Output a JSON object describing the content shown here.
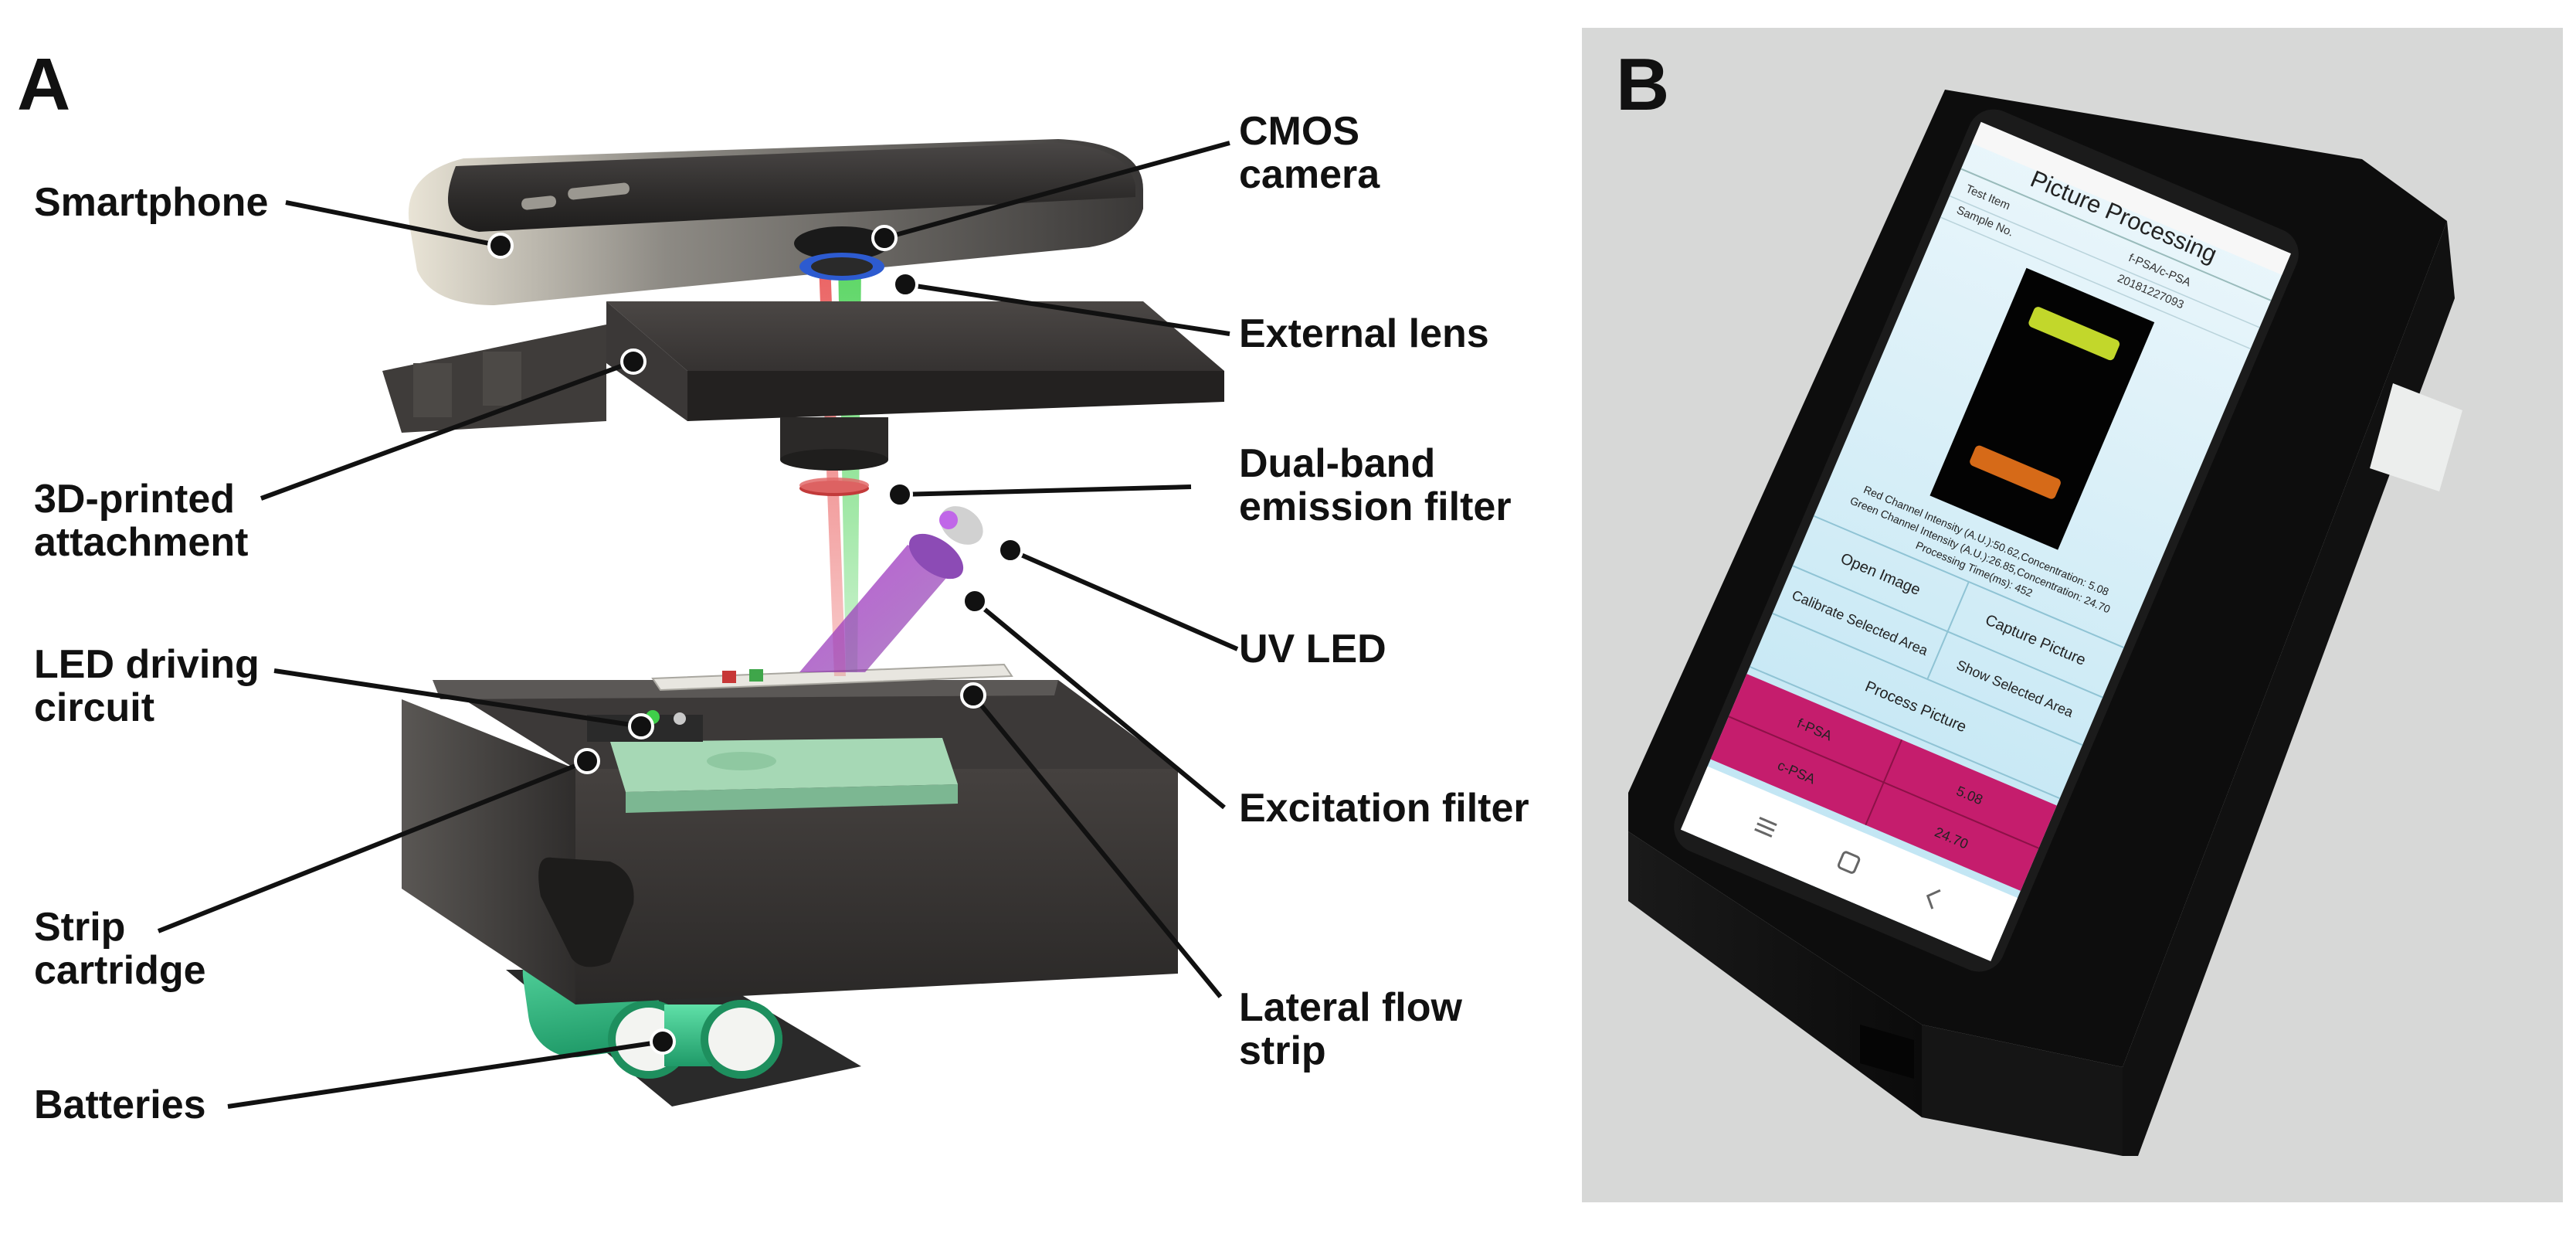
{
  "panel_a": {
    "letter": "A",
    "labels": {
      "smartphone": "Smartphone",
      "cmos_camera": "CMOS\ncamera",
      "external_lens": "External lens",
      "attachment": "3D-printed\nattachment",
      "dual_band_filter": "Dual-band\nemission filter",
      "uv_led": "UV LED",
      "led_driving_circuit": "LED driving\ncircuit",
      "excitation_filter": "Excitation filter",
      "strip_cartridge": "Strip\ncartridge",
      "lateral_flow_strip": "Lateral flow\nstrip",
      "batteries": "Batteries"
    }
  },
  "panel_b": {
    "letter": "B",
    "app": {
      "title": "Picture Processing",
      "test_item_label": "Test Item",
      "test_item_value": "f-PSA/c-PSA",
      "sample_no_label": "Sample No.",
      "sample_no_value": "20181227093",
      "result_line_1": "Red Channel Intensity (A.U.):50.62,Concentration: 5.08",
      "result_line_2": "Green Channel Intensity (A.U.):26.85,Concentration: 24.70",
      "result_line_3": "Processing Time(ms): 452",
      "btn_open_image": "Open Image",
      "btn_capture_picture": "Capture Picture",
      "btn_calibrate": "Calibrate Selected Area",
      "btn_show_area": "Show Selected Area",
      "btn_process": "Process Picture",
      "table_rows": [
        {
          "name": "f-PSA",
          "value": "5.08"
        },
        {
          "name": "c-PSA",
          "value": "24.70"
        }
      ]
    }
  }
}
